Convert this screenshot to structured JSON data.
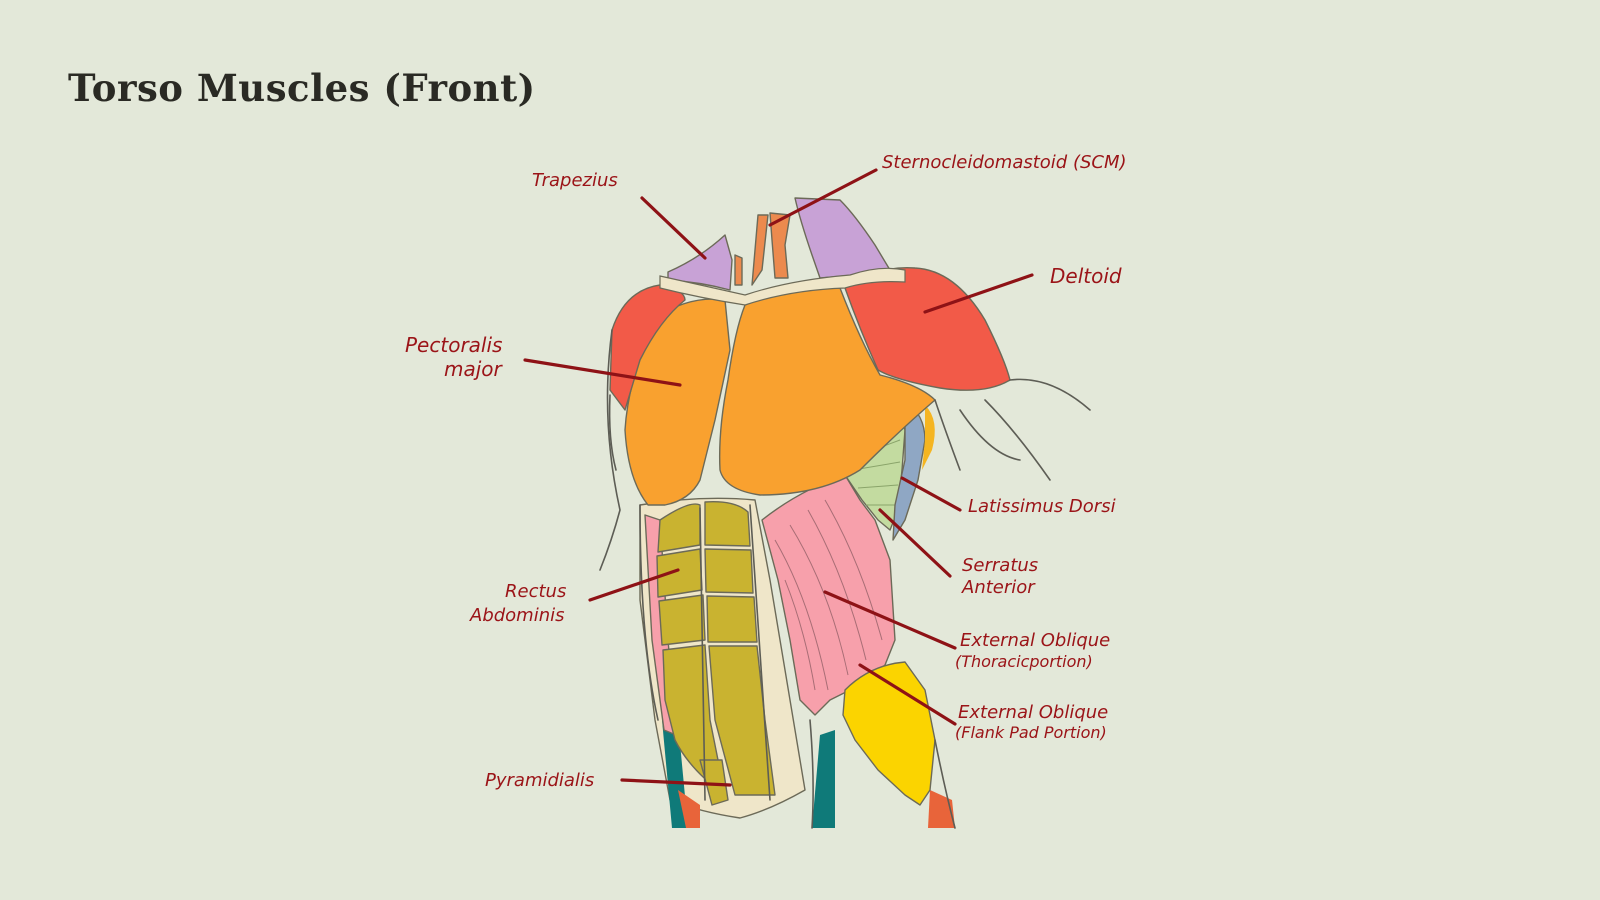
{
  "title": "Torso Muscles (Front)",
  "labels": {
    "trapezius": "Trapezius",
    "scm": "Sternocleidomastoid (SCM)",
    "deltoid": "Deltoid",
    "pectoralis_1": "Pectoralis",
    "pectoralis_2": "major",
    "latissimus": "Latissimus Dorsi",
    "serratus_1": "Serratus",
    "serratus_2": "Anterior",
    "rectus_1": "Rectus",
    "rectus_2": "Abdominis",
    "ext_oblique_thoracic_1": "External Oblique",
    "ext_oblique_thoracic_2": "(Thoracicportion)",
    "ext_oblique_flank_1": "External Oblique",
    "ext_oblique_flank_2": "(Flank Pad Portion)",
    "pyramidalis": "Pyramidialis"
  },
  "colors": {
    "background": "#e3e8d9",
    "label_text": "#9b1418",
    "trapezius": "#c8a2d6",
    "scm": "#ec8a4e",
    "deltoid": "#f25a48",
    "pectoralis": "#f9a12f",
    "latissimus": "#8fa7c4",
    "serratus": "#c3dba0",
    "rectus": "#c9b330",
    "ext_oblique_thoracic": "#f7a0ab",
    "ext_oblique_flank": "#fbd400",
    "sheath": "#efe6c9",
    "teal": "#0f7a79"
  }
}
